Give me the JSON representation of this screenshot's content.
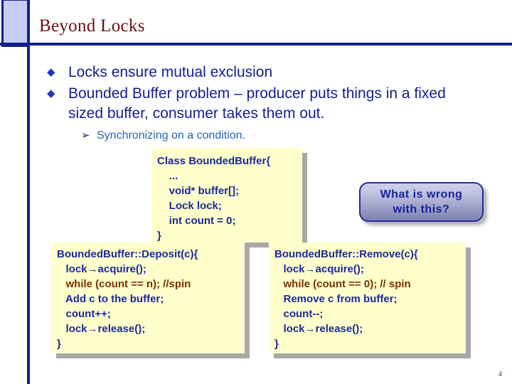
{
  "slide": {
    "title": "Beyond Locks",
    "page_number": "4",
    "accent_navy": "#141f8c",
    "accent_maroon": "#6b1111",
    "code_box_fill": "#ffffcc",
    "sub_bullet_blue": "#2a64b0",
    "spin_line_color": "#7a3000"
  },
  "bullets": [
    {
      "glyph": "◆",
      "text": "Locks ensure mutual exclusion"
    },
    {
      "glyph": "◆",
      "text": "Bounded Buffer problem – producer puts things in a fixed sized buffer, consumer takes them out."
    }
  ],
  "sub_bullet": {
    "glyph": "➢",
    "text": "Synchronizing on a condition."
  },
  "code_boxes": {
    "class_box": {
      "lines": [
        "Class BoundedBuffer{",
        "    ...",
        "    void* buffer[];",
        "    Lock lock;",
        "    int count = 0;",
        "}"
      ]
    },
    "deposit_box": {
      "lines": [
        "BoundedBuffer::Deposit(c){",
        "   lock→acquire();",
        "   while (count == n); //spin",
        "   Add c to the buffer;",
        "   count++;",
        "   lock→release();",
        "}"
      ],
      "highlight_line_index": 2
    },
    "remove_box": {
      "lines": [
        "BoundedBuffer::Remove(c){",
        "   lock→acquire();",
        "   while (count == 0); // spin",
        "   Remove c from buffer;",
        "   count--;",
        "   lock→release();",
        "}"
      ],
      "highlight_line_index": 2
    }
  },
  "callout": {
    "line1": "What is wrong",
    "line2": "with this?"
  }
}
